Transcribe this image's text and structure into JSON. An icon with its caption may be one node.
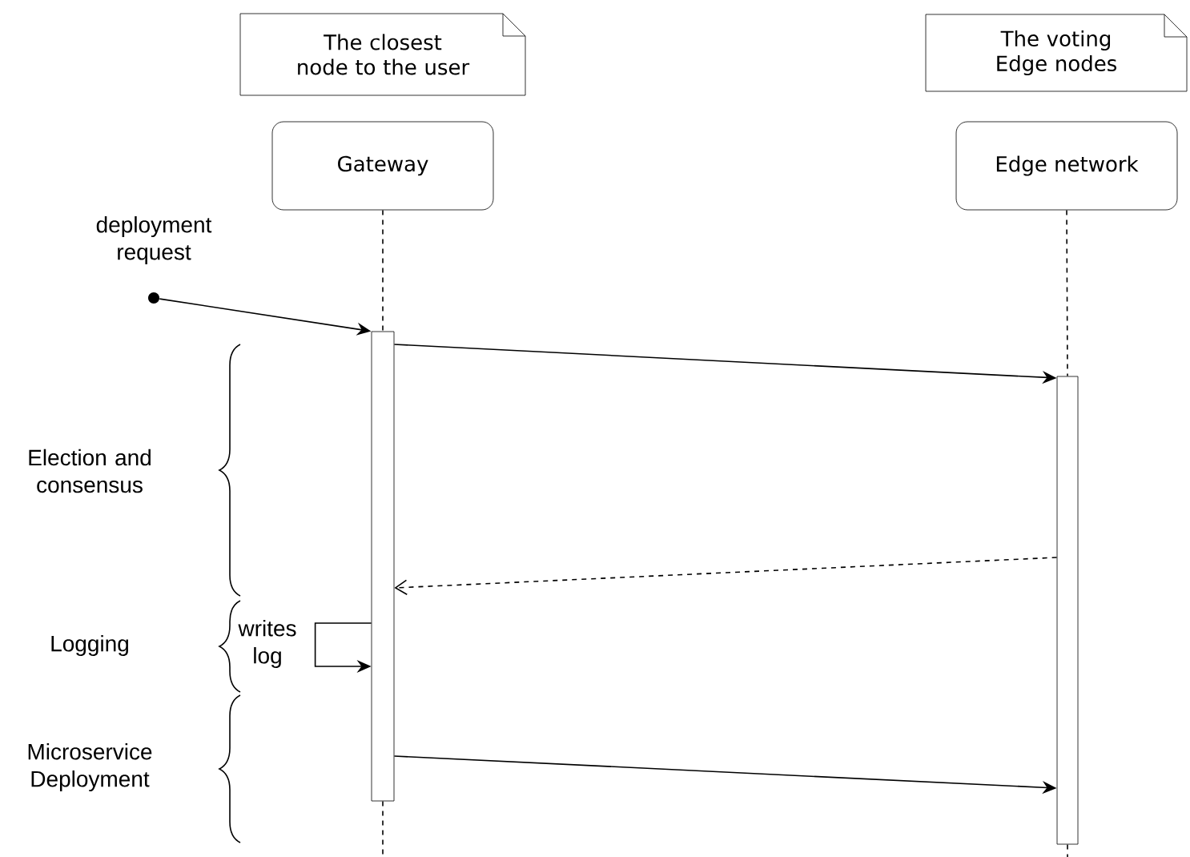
{
  "diagram": {
    "nodes": [
      {
        "text": [
          "The closest node to the user"
        ]
      },
      {
        "text": [
          "The voting Edge nodes"
        ]
      },
      {
        "text": [
          "Gateway"
        ]
      },
      {
        "text": [
          "Edge network"
        ]
      },
      {
        "text": [],
        "shape": "bar"
      },
      {
        "text": [],
        "shape": "bar"
      },
      {
        "text": [],
        "shape": "circle",
        "beside": [
          "deployment request"
        ]
      }
    ],
    "edges": [
      {
        "from": 6,
        "to": 4,
        "arrow": "to"
      },
      {
        "from": 4,
        "to": 5,
        "arrow": "to"
      },
      {
        "from": 5,
        "to": 4,
        "arrow": "to",
        "style": "dashed"
      },
      {
        "from": 4,
        "to": 4,
        "arrow": "to",
        "label": "writes log"
      },
      {
        "from": 4,
        "to": 5,
        "arrow": "to"
      },
      {
        "from": 2,
        "to": 4,
        "arrow": "none",
        "style": "dashed"
      },
      {
        "from": 3,
        "to": 5,
        "arrow": "none",
        "style": "dashed"
      }
    ],
    "labels": [
      "Election and consensus",
      "Logging",
      "Microservice Deployment"
    ]
  }
}
